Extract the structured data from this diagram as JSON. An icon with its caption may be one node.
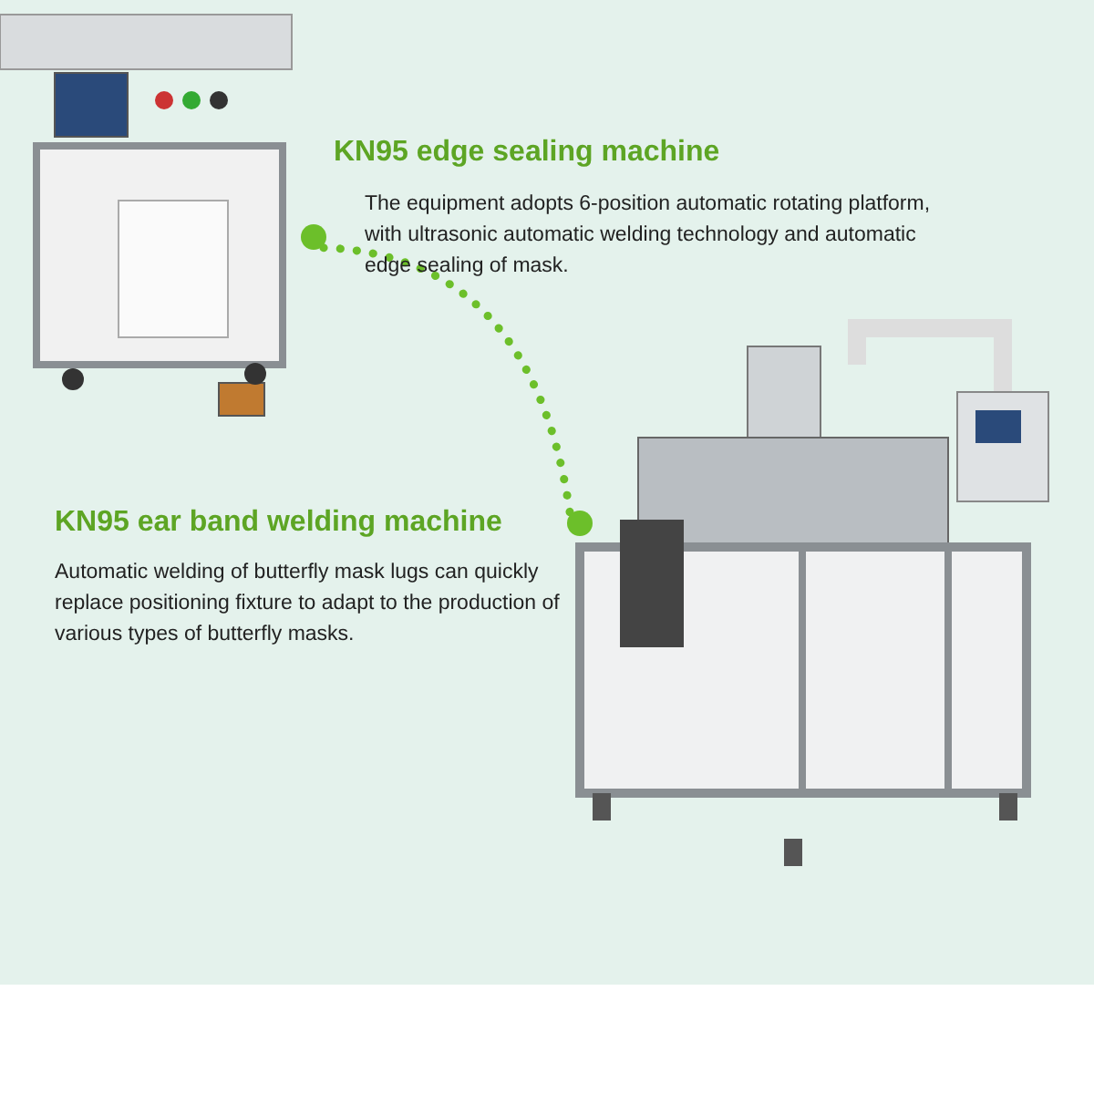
{
  "diagram": {
    "nodes": [
      {
        "text": [],
        "shape": "circle",
        "beside": [
          "KN95 edge sealing machine",
          "The equipment adopts 6-position automatic rotating platform, with ultrasonic automatic welding technology and automatic edge sealing of mask."
        ]
      },
      {
        "text": [],
        "shape": "circle",
        "beside": [
          "KN95 ear band welding machine",
          "Automatic welding of butterfly mask lugs can quickly replace positioning fixture to adapt to the production of various types of butterfly masks."
        ]
      }
    ],
    "edges": [
      {
        "from": 0,
        "to": 1,
        "arrow": "none",
        "style": "dashed"
      }
    ]
  }
}
